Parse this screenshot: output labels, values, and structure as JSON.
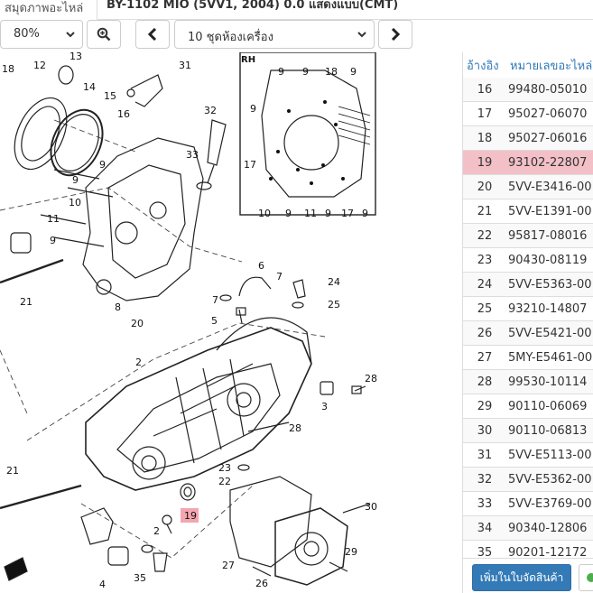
{
  "tabs": {
    "active_label": "สมุดภาพอะไหล่"
  },
  "model": {
    "title": "BY-1102 MIO (5VV1, 2004) 0.0 แสดงแบบ(CMT)"
  },
  "toolbar": {
    "zoom_value": "80%",
    "diagram_value": "10 ชุดห้องเครื่อง"
  },
  "diagram": {
    "inset_label": "RH",
    "highlight_ref": "19",
    "callouts": [
      "18",
      "12",
      "13",
      "31",
      "14",
      "15",
      "16",
      "32",
      "33",
      "9",
      "10",
      "11",
      "9",
      "9",
      "21",
      "8",
      "20",
      "2",
      "6",
      "7",
      "24",
      "7",
      "25",
      "5",
      "28",
      "3",
      "28",
      "21",
      "23",
      "22",
      "30",
      "29",
      "27",
      "26",
      "2",
      "35",
      "4",
      "19",
      "17",
      "9",
      "18",
      "9",
      "10",
      "9",
      "11",
      "9",
      "17",
      "9"
    ]
  },
  "parts_table": {
    "headers": {
      "ref": "อ้างอิง",
      "part_no": "หมายเลขอะไหล่"
    },
    "rows": [
      {
        "ref": "16",
        "part_no": "99480-05010"
      },
      {
        "ref": "17",
        "part_no": "95027-06070"
      },
      {
        "ref": "18",
        "part_no": "95027-06016"
      },
      {
        "ref": "19",
        "part_no": "93102-22807",
        "selected": true
      },
      {
        "ref": "20",
        "part_no": "5VV-E3416-00"
      },
      {
        "ref": "21",
        "part_no": "5VV-E1391-00"
      },
      {
        "ref": "22",
        "part_no": "95817-08016"
      },
      {
        "ref": "23",
        "part_no": "90430-08119"
      },
      {
        "ref": "24",
        "part_no": "5VV-E5363-00"
      },
      {
        "ref": "25",
        "part_no": "93210-14807"
      },
      {
        "ref": "26",
        "part_no": "5VV-E5421-00"
      },
      {
        "ref": "27",
        "part_no": "5MY-E5461-00"
      },
      {
        "ref": "28",
        "part_no": "99530-10114"
      },
      {
        "ref": "29",
        "part_no": "90110-06069"
      },
      {
        "ref": "30",
        "part_no": "90110-06813"
      },
      {
        "ref": "31",
        "part_no": "5VV-E5113-00"
      },
      {
        "ref": "32",
        "part_no": "5VV-E5362-00"
      },
      {
        "ref": "33",
        "part_no": "5VV-E3769-00"
      },
      {
        "ref": "34",
        "part_no": "90340-12806"
      },
      {
        "ref": "35",
        "part_no": "90201-12172"
      }
    ],
    "add_button_label": "เพิ่มในใบจัดสินค้า"
  },
  "colors": {
    "accent": "#337ab7",
    "selected_row": "#f2c0c6",
    "highlight_callout": "#f4a6b0"
  },
  "icons": [
    "chevron-down-icon",
    "zoom-in-icon",
    "chevron-left-icon",
    "chevron-right-icon",
    "cart-icon"
  ]
}
